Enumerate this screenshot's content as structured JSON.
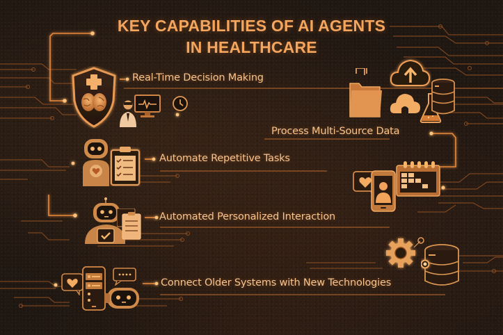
{
  "title": {
    "line1": "KEY CAPABILITIES OF AI AGENTS",
    "line2": "IN HEALTHCARE"
  },
  "capabilities": [
    {
      "label": "Real-Time Decision Making",
      "icons": [
        "shield-brain-icon",
        "doctor-monitor-icon",
        "clock-icon"
      ]
    },
    {
      "label": "Process Multi-Source Data",
      "icons": [
        "folder-icon",
        "cloud-upload-icon",
        "cloud-icon",
        "flask-icon",
        "database-icon"
      ]
    },
    {
      "label": "Automate Repetitive Tasks",
      "icons": [
        "robot-heart-icon",
        "checklist-clipboard-icon"
      ]
    },
    {
      "label": "Automated Personalized Interaction",
      "icons": [
        "robot-check-icon",
        "clipboard-icon",
        "phone-user-icon",
        "heart-chat-icon",
        "calendar-icon"
      ]
    },
    {
      "label": "Connect Older Systems with New Technologies",
      "icons": [
        "heart-chat-icon",
        "phone-list-icon",
        "chat-dots-icon",
        "robot-head-icon",
        "gear-icon",
        "database-icon"
      ]
    }
  ],
  "colors": {
    "background": "#1f1712",
    "accent": "#f4a55e",
    "text": "#f7c38e",
    "line": "#b8692e",
    "glow": "#ffb35a"
  }
}
